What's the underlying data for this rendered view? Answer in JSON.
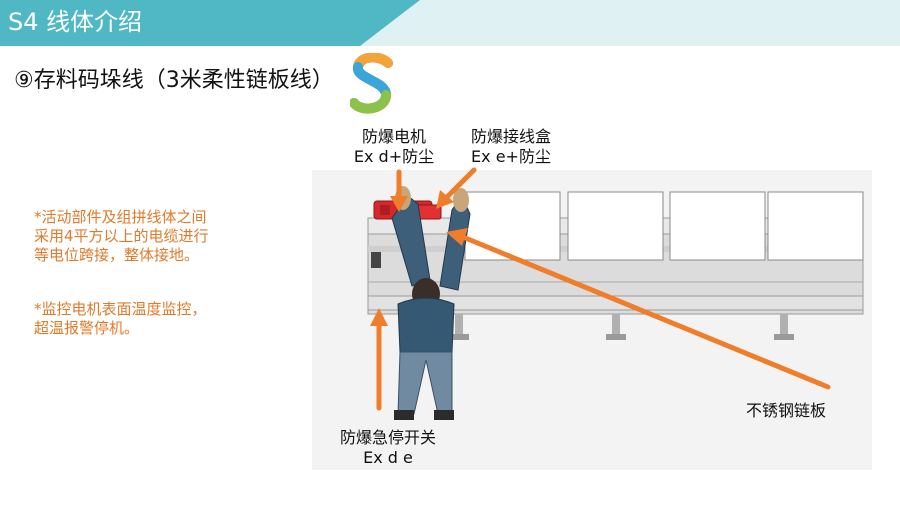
{
  "header": {
    "title": "S4 线体介绍",
    "band_color": "#4fb8c4",
    "band_light_color": "#dff1f3"
  },
  "subtitle": "⑨存料码垛线（3米柔性链板线）",
  "notes": {
    "note1": [
      "*活动部件及组拼线体之间",
      "采用4平方以上的电缆进行",
      "等电位跨接，整体接地。"
    ],
    "note2": [
      "*监控电机表面温度监控，",
      "超温报警停机。"
    ],
    "color": "#e07a2a"
  },
  "callouts": {
    "motor": {
      "line1": "防爆电机",
      "line2": "Ex d+防尘"
    },
    "junction_box": {
      "line1": "防爆接线盒",
      "line2": "Ex e+防尘"
    },
    "emergency_stop": {
      "line1": "防爆急停开关",
      "line2": "Ex d e"
    },
    "chain_plate": {
      "line1": "不锈钢链板"
    }
  },
  "arrow_color": "#f07d2a",
  "icons": {
    "logo": "rainbow-s-logo"
  }
}
